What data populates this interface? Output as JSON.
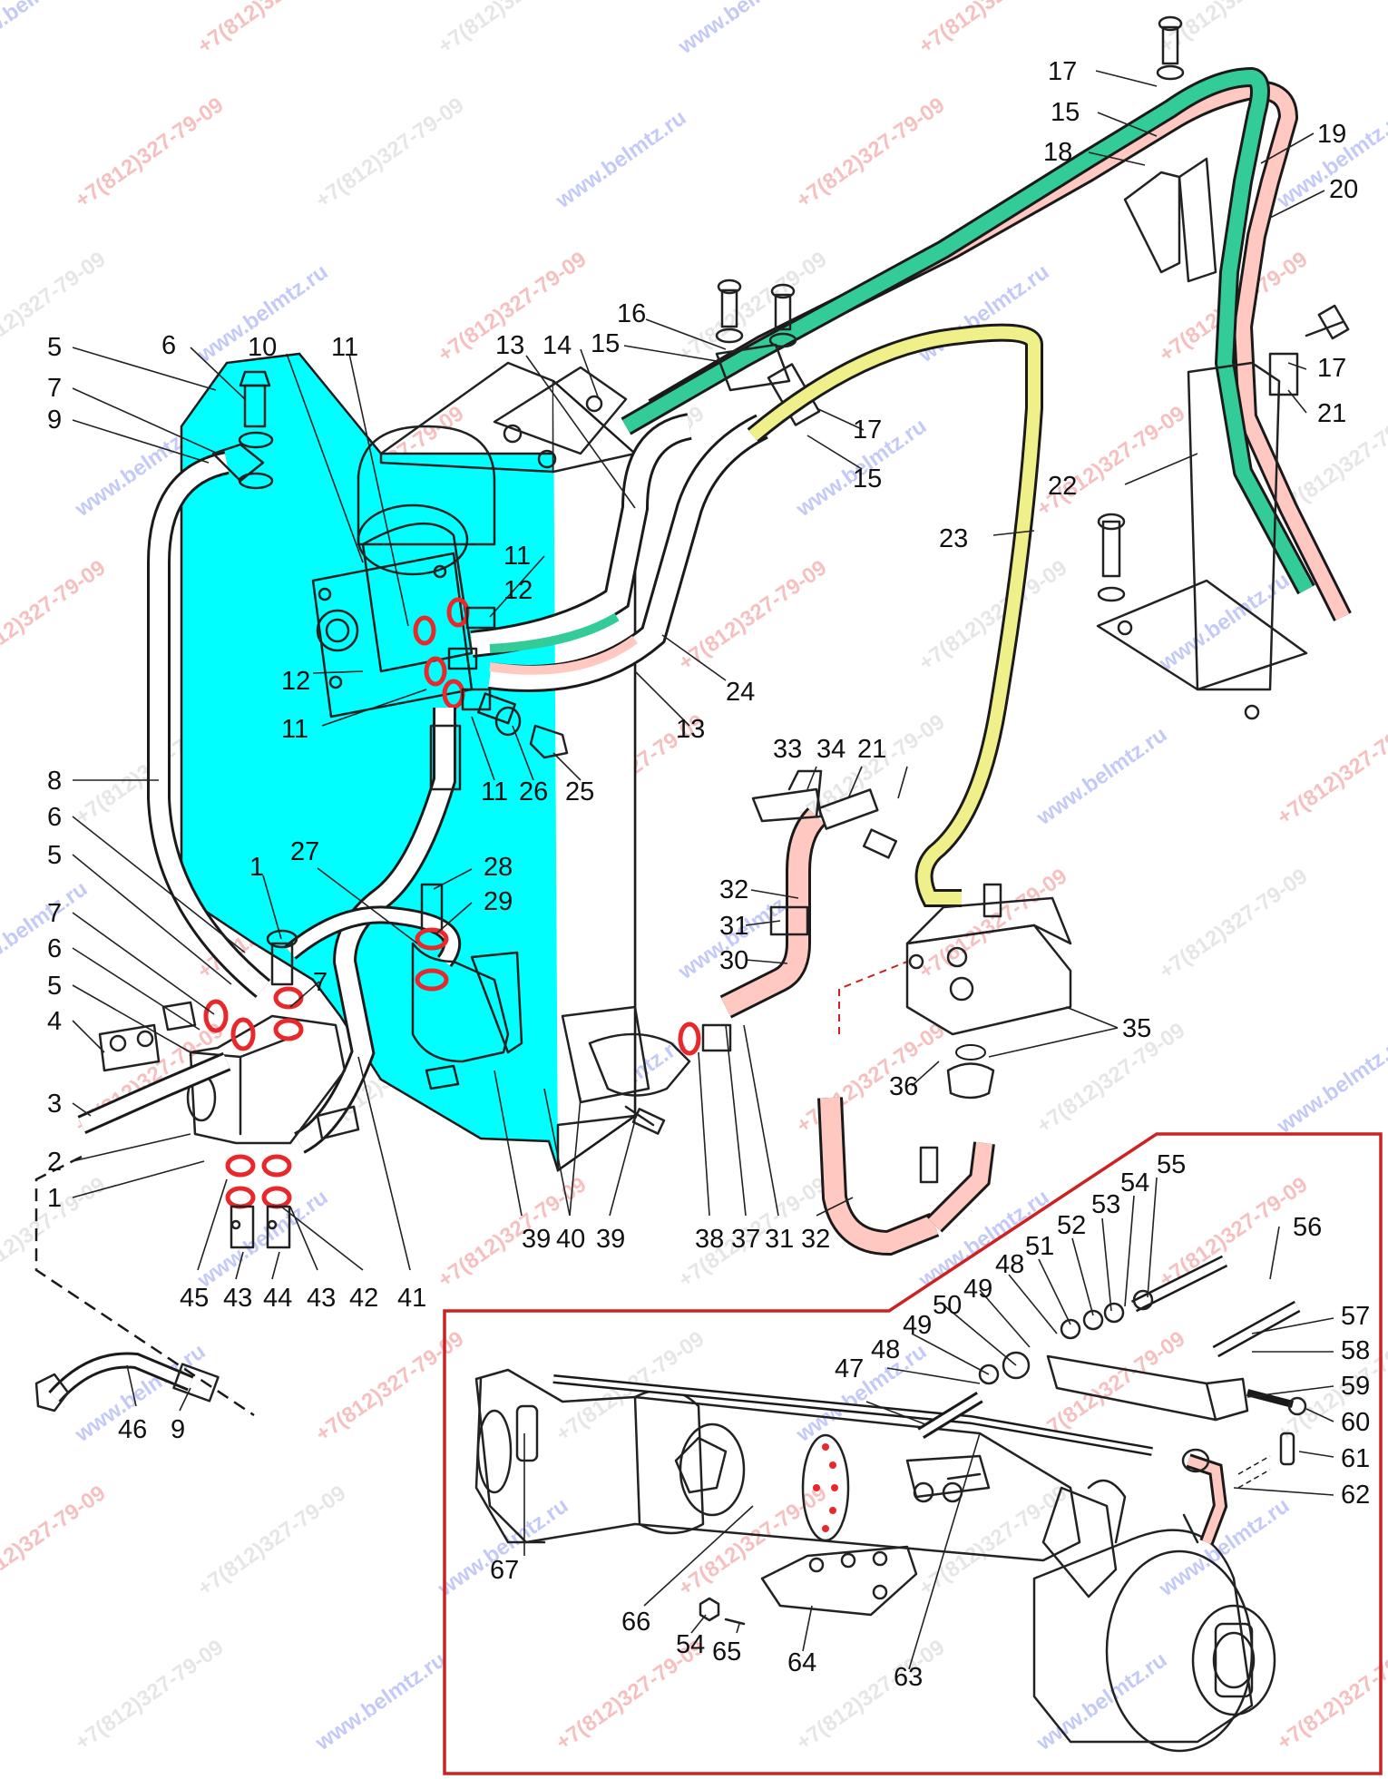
{
  "callouts": [
    {
      "id": "c5a",
      "text": "5"
    },
    {
      "id": "c6a",
      "text": "6"
    },
    {
      "id": "c10",
      "text": "10"
    },
    {
      "id": "c11a",
      "text": "11"
    },
    {
      "id": "c13a",
      "text": "13"
    },
    {
      "id": "c14",
      "text": "14"
    },
    {
      "id": "c16",
      "text": "16"
    },
    {
      "id": "c15a",
      "text": "15"
    },
    {
      "id": "c7a",
      "text": "7"
    },
    {
      "id": "c9a",
      "text": "9"
    },
    {
      "id": "c17a",
      "text": "17"
    },
    {
      "id": "c15b",
      "text": "15"
    },
    {
      "id": "c18",
      "text": "18"
    },
    {
      "id": "c19",
      "text": "19"
    },
    {
      "id": "c20",
      "text": "20"
    },
    {
      "id": "c17b",
      "text": "17"
    },
    {
      "id": "c21a",
      "text": "21"
    },
    {
      "id": "c17c",
      "text": "17"
    },
    {
      "id": "c15c",
      "text": "15"
    },
    {
      "id": "c22",
      "text": "22"
    },
    {
      "id": "c11b",
      "text": "11"
    },
    {
      "id": "c12a",
      "text": "12"
    },
    {
      "id": "c23",
      "text": "23"
    },
    {
      "id": "c12b",
      "text": "12"
    },
    {
      "id": "c11c",
      "text": "11"
    },
    {
      "id": "c24",
      "text": "24"
    },
    {
      "id": "c13b",
      "text": "13"
    },
    {
      "id": "c11d",
      "text": "11"
    },
    {
      "id": "c26",
      "text": "26"
    },
    {
      "id": "c25",
      "text": "25"
    },
    {
      "id": "c33",
      "text": "33"
    },
    {
      "id": "c34",
      "text": "34"
    },
    {
      "id": "c21b",
      "text": "21"
    },
    {
      "id": "c8",
      "text": "8"
    },
    {
      "id": "c6b",
      "text": "6"
    },
    {
      "id": "c27",
      "text": "27"
    },
    {
      "id": "c5b",
      "text": "5"
    },
    {
      "id": "c1a",
      "text": "1"
    },
    {
      "id": "c28",
      "text": "28"
    },
    {
      "id": "c29",
      "text": "29"
    },
    {
      "id": "c32a",
      "text": "32"
    },
    {
      "id": "c31a",
      "text": "31"
    },
    {
      "id": "c30",
      "text": "30"
    },
    {
      "id": "c7b",
      "text": "7"
    },
    {
      "id": "c6c",
      "text": "6"
    },
    {
      "id": "c7c",
      "text": "7"
    },
    {
      "id": "c5c",
      "text": "5"
    },
    {
      "id": "c35",
      "text": "35"
    },
    {
      "id": "c4",
      "text": "4"
    },
    {
      "id": "c36",
      "text": "36"
    },
    {
      "id": "c3",
      "text": "3"
    },
    {
      "id": "c2",
      "text": "2"
    },
    {
      "id": "c1b",
      "text": "1"
    },
    {
      "id": "c39a",
      "text": "39"
    },
    {
      "id": "c40",
      "text": "40"
    },
    {
      "id": "c39b",
      "text": "39"
    },
    {
      "id": "c38",
      "text": "38"
    },
    {
      "id": "c37",
      "text": "37"
    },
    {
      "id": "c31b",
      "text": "31"
    },
    {
      "id": "c32b",
      "text": "32"
    },
    {
      "id": "c55",
      "text": "55"
    },
    {
      "id": "c54a",
      "text": "54"
    },
    {
      "id": "c53",
      "text": "53"
    },
    {
      "id": "c52",
      "text": "52"
    },
    {
      "id": "c56",
      "text": "56"
    },
    {
      "id": "c51",
      "text": "51"
    },
    {
      "id": "c48a",
      "text": "48"
    },
    {
      "id": "c49a",
      "text": "49"
    },
    {
      "id": "c50",
      "text": "50"
    },
    {
      "id": "c45",
      "text": "45"
    },
    {
      "id": "c43a",
      "text": "43"
    },
    {
      "id": "c44",
      "text": "44"
    },
    {
      "id": "c43b",
      "text": "43"
    },
    {
      "id": "c42",
      "text": "42"
    },
    {
      "id": "c41",
      "text": "41"
    },
    {
      "id": "c49b",
      "text": "49"
    },
    {
      "id": "c57",
      "text": "57"
    },
    {
      "id": "c48b",
      "text": "48"
    },
    {
      "id": "c58",
      "text": "58"
    },
    {
      "id": "c47",
      "text": "47"
    },
    {
      "id": "c59",
      "text": "59"
    },
    {
      "id": "c60",
      "text": "60"
    },
    {
      "id": "c46",
      "text": "46"
    },
    {
      "id": "c9b",
      "text": "9"
    },
    {
      "id": "c61",
      "text": "61"
    },
    {
      "id": "c62",
      "text": "62"
    },
    {
      "id": "c67",
      "text": "67"
    },
    {
      "id": "c66",
      "text": "66"
    },
    {
      "id": "c54b",
      "text": "54"
    },
    {
      "id": "c65",
      "text": "65"
    },
    {
      "id": "c64",
      "text": "64"
    },
    {
      "id": "c63",
      "text": "63"
    }
  ],
  "watermarks": {
    "site": "www.belmtz.ru",
    "phone": "+7(812)327-79-09"
  },
  "colors": {
    "tank": "#00ffff",
    "pressure_hose": "#ffc8c0",
    "return_line": "#33cc99",
    "drain_line": "#f0f08a",
    "distributor": "#ccff33",
    "pump": "#cce4ff",
    "detail_frame": "#cc2222",
    "seal_ring": "#e8282a"
  }
}
